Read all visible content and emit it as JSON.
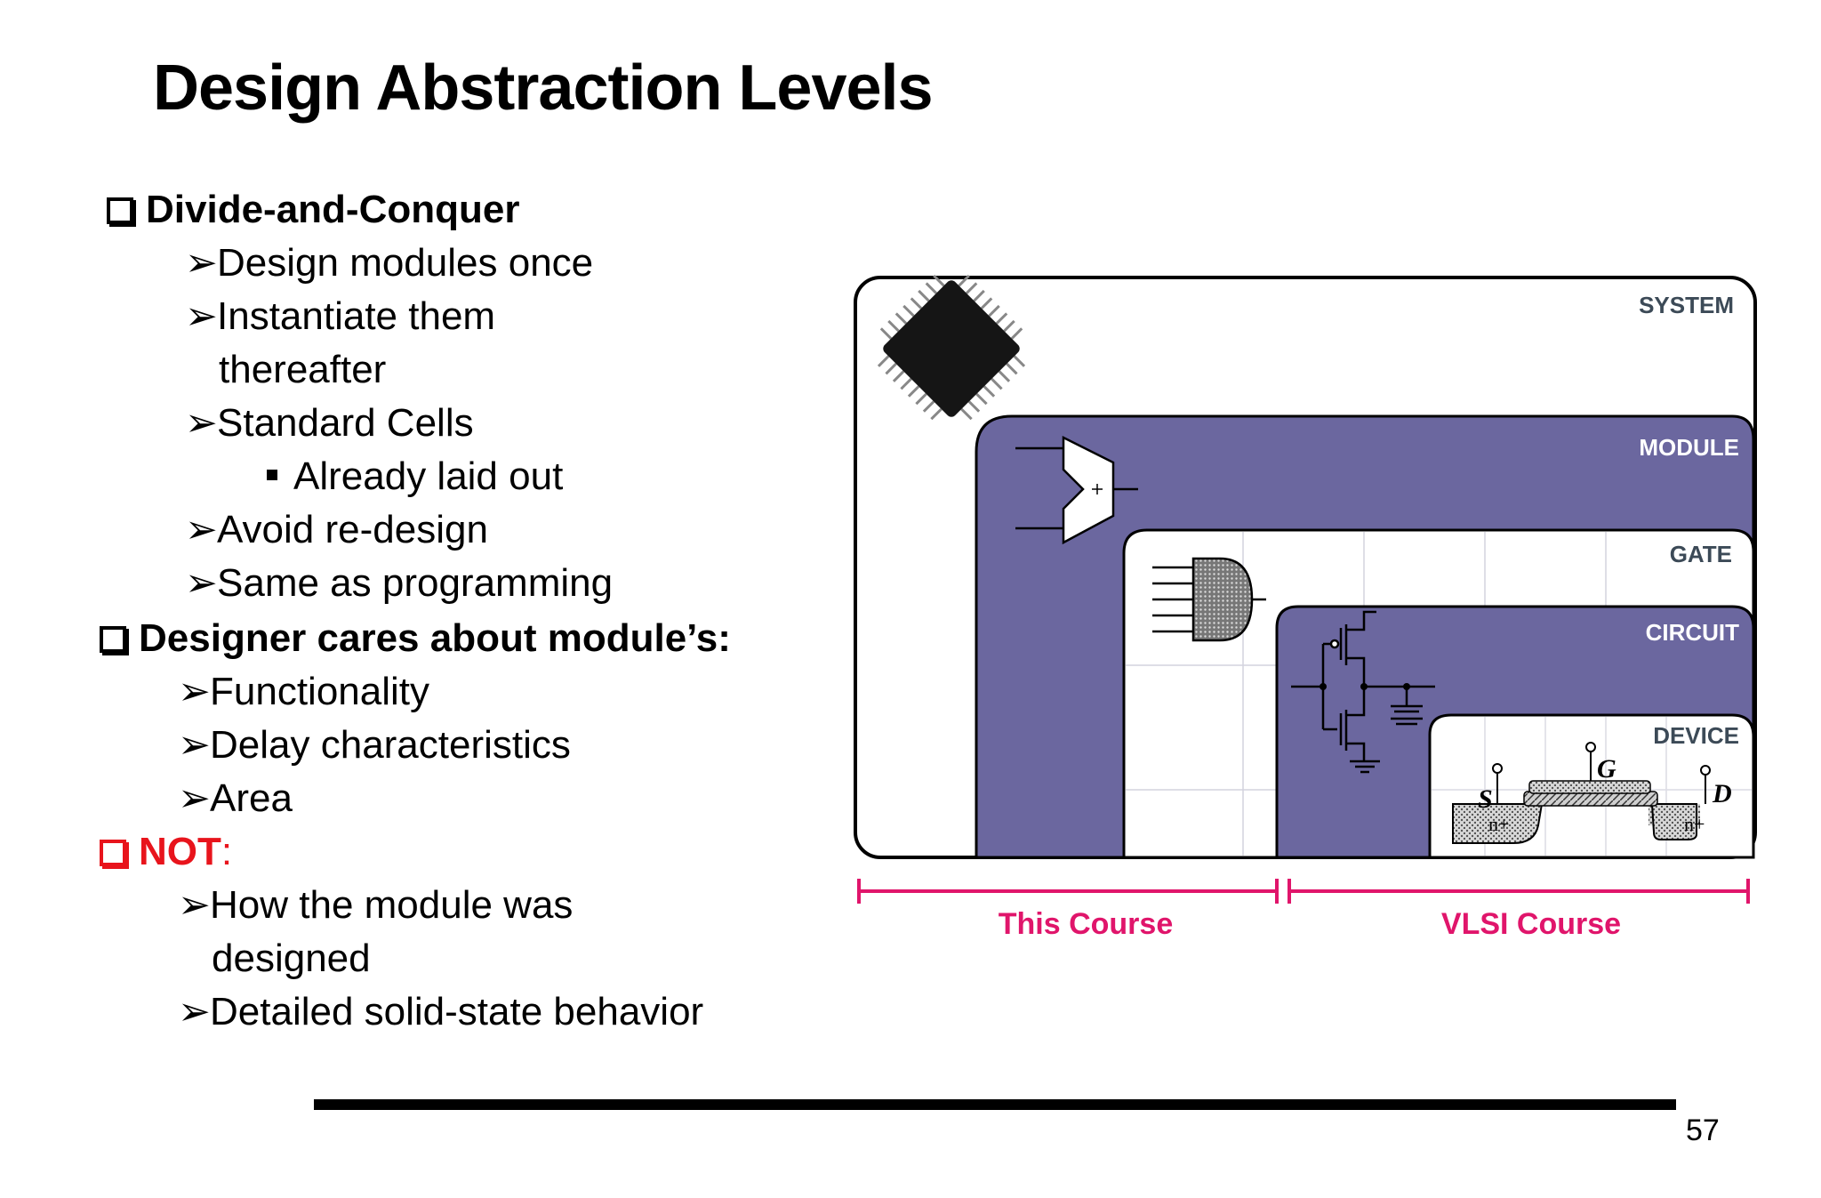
{
  "slide": {
    "title": "Design Abstraction Levels",
    "page_number": "57"
  },
  "bullets": [
    {
      "level": 1,
      "text": "Divide-and-Conquer"
    },
    {
      "level": 2,
      "text": "Design modules once"
    },
    {
      "level": 2,
      "text": "Instantiate them"
    },
    {
      "level": 2,
      "text": "thereafter",
      "continuation": true
    },
    {
      "level": 2,
      "text": "Standard Cells"
    },
    {
      "level": 3,
      "text": "Already laid out"
    },
    {
      "level": 2,
      "text": "Avoid re-design"
    },
    {
      "level": 2,
      "text": "Same as programming"
    },
    {
      "level": 1,
      "text": "Designer cares about module’s:"
    },
    {
      "level": 2,
      "text": "Functionality"
    },
    {
      "level": 2,
      "text": "Delay characteristics"
    },
    {
      "level": 2,
      "text": "Area"
    },
    {
      "level": 1,
      "text": "NOT",
      "suffix": ":"
    },
    {
      "level": 2,
      "text": "How the module was"
    },
    {
      "level": 2,
      "text": "designed",
      "continuation": true
    },
    {
      "level": 2,
      "text": "Detailed solid-state behavior"
    }
  ],
  "diagram": {
    "levels": {
      "system": "SYSTEM",
      "module": "MODULE",
      "gate": "GATE",
      "circuit": "CIRCUIT",
      "device": "DEVICE"
    },
    "device_labels": {
      "source": "S",
      "gate": "G",
      "drain": "D",
      "n_plus": "n+"
    },
    "brackets": {
      "this_course": "This Course",
      "vlsi_course": "VLSI Course"
    },
    "colors": {
      "module_fill": "#6b679f",
      "bracket": "#e0156b",
      "label_dark": "#3c4a57",
      "label_light": "#ffffff"
    }
  }
}
